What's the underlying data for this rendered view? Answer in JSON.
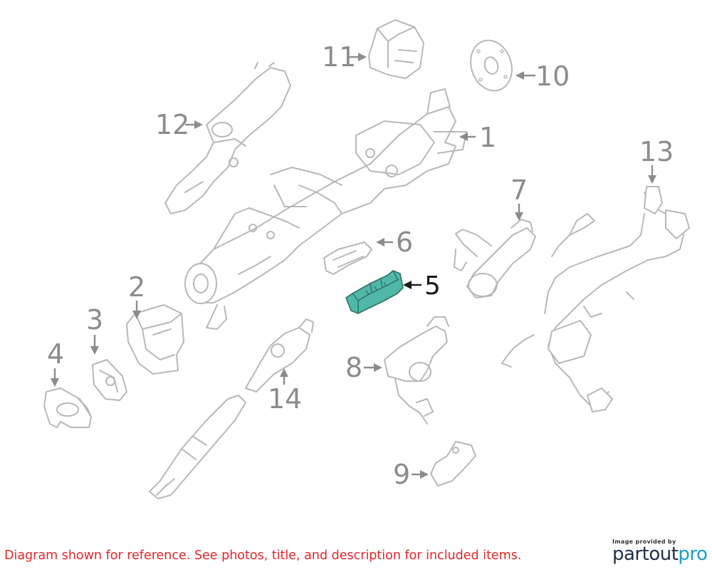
{
  "callouts": [
    {
      "id": "1",
      "label": "1"
    },
    {
      "id": "2",
      "label": "2"
    },
    {
      "id": "3",
      "label": "3"
    },
    {
      "id": "4",
      "label": "4"
    },
    {
      "id": "5",
      "label": "5",
      "highlighted": true
    },
    {
      "id": "6",
      "label": "6"
    },
    {
      "id": "7",
      "label": "7"
    },
    {
      "id": "8",
      "label": "8"
    },
    {
      "id": "9",
      "label": "9"
    },
    {
      "id": "10",
      "label": "10"
    },
    {
      "id": "11",
      "label": "11"
    },
    {
      "id": "12",
      "label": "12"
    },
    {
      "id": "13",
      "label": "13"
    },
    {
      "id": "14",
      "label": "14"
    }
  ],
  "highlight_color": "#4fb8a8",
  "disclaimer": "Diagram shown for reference. See photos, title, and description for included items.",
  "brand": {
    "small_text": "Image provided by",
    "logo_part1": "partout",
    "logo_part2": "pro"
  }
}
